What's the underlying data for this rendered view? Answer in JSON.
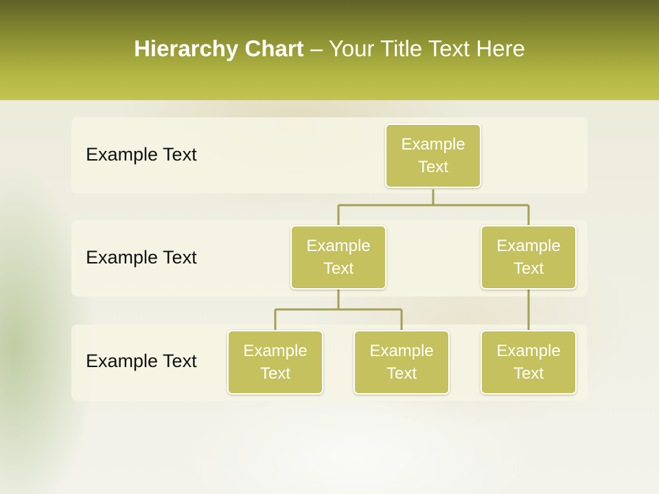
{
  "title": {
    "bold": "Hierarchy Chart",
    "rest": " – Your Title Text Here"
  },
  "levels": [
    {
      "label": "Example Text"
    },
    {
      "label": "Example Text"
    },
    {
      "label": "Example Text"
    }
  ],
  "nodes": {
    "root": "Example\nText",
    "mid_left": "Example\nText",
    "mid_right": "Example\nText",
    "leaf_1": "Example\nText",
    "leaf_2": "Example\nText",
    "leaf_3": "Example\nText"
  },
  "colors": {
    "header": "#b4b743",
    "node_fill": "#c4c15e",
    "connector": "#a4a055",
    "band": "#f6f5e4"
  }
}
